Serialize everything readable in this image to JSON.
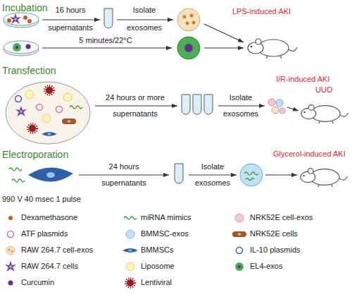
{
  "diagram": {
    "labels": [
      "Incubation",
      "16 hours",
      "supernatants",
      "Isolate",
      "exosomes",
      "LPS-induced AKI",
      "5 minutes/22°C",
      "Transfection",
      "24 hours or more",
      "supernatants",
      "Isolate",
      "exosomes",
      "I/R-induced AKI",
      "UUO",
      "Electroporation",
      "990 V 40 msec 1 pulse",
      "24 hours",
      "supernatants",
      "Isolate",
      "exosomes",
      "Glycerol-induced AKI"
    ],
    "legend": [
      {
        "text": "Dexamethasone"
      },
      {
        "text": "ATF plasmids"
      },
      {
        "text": "RAW 264.7 cell-exos"
      },
      {
        "text": "RAW 264.7 cells"
      },
      {
        "text": "Curcumin"
      },
      {
        "text": "miRNA mimics"
      },
      {
        "text": "BMMSC-exos"
      },
      {
        "text": "BMMSCs"
      },
      {
        "text": "Liposome"
      },
      {
        "text": "Lentiviral"
      },
      {
        "text": "NRK52E cell-exos"
      },
      {
        "text": "NRK52E cells"
      },
      {
        "text": "IL-10 plasmids"
      },
      {
        "text": "EL4-exos"
      }
    ]
  }
}
